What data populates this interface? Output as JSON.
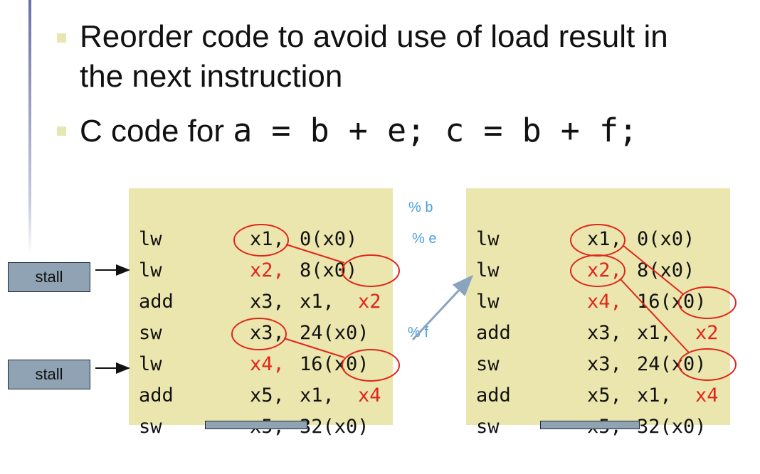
{
  "bullets": {
    "b1_line1": "Reorder code to avoid use of load result in",
    "b1_line2": "the next instruction",
    "b2_prefix": "C code for ",
    "b2_code": "a = b + e; c = b + f;"
  },
  "left_code": [
    {
      "op": "lw",
      "a1": "x1,",
      "a2": "0(x0)"
    },
    {
      "op": "lw",
      "a1": "x2,",
      "a2": "8(x0)"
    },
    {
      "op": "add",
      "a1": "x3,",
      "a2": "x1,",
      "a3": "x2"
    },
    {
      "op": "sw",
      "a1": "x3,",
      "a2": "24(x0)"
    },
    {
      "op": "lw",
      "a1": "x4,",
      "a2": "16(x0)"
    },
    {
      "op": "add",
      "a1": "x5,",
      "a2": "x1,",
      "a3": "x4"
    },
    {
      "op": "sw",
      "a1": "x5,",
      "a2": "32(x0)"
    }
  ],
  "right_code": [
    {
      "op": "lw",
      "a1": "x1,",
      "a2": "0(x0)"
    },
    {
      "op": "lw",
      "a1": "x2,",
      "a2": "8(x0)"
    },
    {
      "op": "lw",
      "a1": "x4,",
      "a2": "16(x0)"
    },
    {
      "op": "add",
      "a1": "x3,",
      "a2": "x1,",
      "a3": "x2"
    },
    {
      "op": "sw",
      "a1": "x3,",
      "a2": "24(x0)"
    },
    {
      "op": "add",
      "a1": "x5,",
      "a2": "x1,",
      "a3": "x4"
    },
    {
      "op": "sw",
      "a1": "x5,",
      "a2": "32(x0)"
    }
  ],
  "comments": {
    "b": "% b",
    "e": "% e",
    "f": "% f"
  },
  "stall_labels": [
    "stall",
    "stall"
  ],
  "colors": {
    "highlight": "#e0261c",
    "comment": "#4aa0e0",
    "code_bg": "#ebe6ae",
    "stall_bg": "#8fa3b4"
  }
}
